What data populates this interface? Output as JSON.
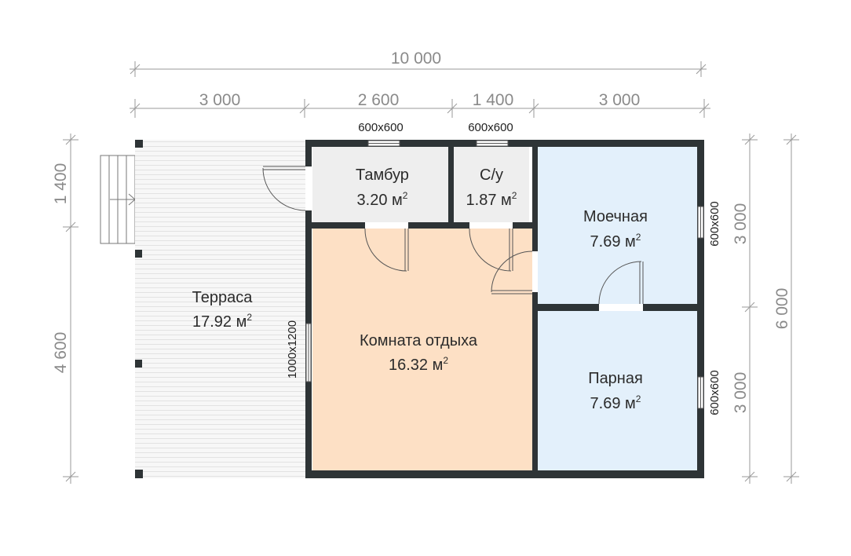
{
  "dimensions": {
    "top_total": "10 000",
    "top_segments": [
      "3 000",
      "2 600",
      "1 400",
      "3 000"
    ],
    "left_segments": [
      "1 400",
      "4 600"
    ],
    "right_inner": [
      "3 000",
      "3 000"
    ],
    "right_total": "6 000"
  },
  "windows": {
    "tambur": "600x600",
    "su": "600x600",
    "moechnaya": "600x600",
    "parnaya": "600x600",
    "komnata": "1000x1200"
  },
  "rooms": {
    "terrace": {
      "name": "Терраса",
      "area": "17.92 м",
      "sup": "2"
    },
    "tambur": {
      "name": "Тамбур",
      "area": "3.20 м",
      "sup": "2"
    },
    "su": {
      "name": "С/у",
      "area": "1.87 м",
      "sup": "2"
    },
    "moechnaya": {
      "name": "Моечная",
      "area": "7.69 м",
      "sup": "2"
    },
    "komnata": {
      "name": "Комната отдыха",
      "area": "16.32 м",
      "sup": "2"
    },
    "parnaya": {
      "name": "Парная",
      "area": "7.69 м",
      "sup": "2"
    }
  },
  "colors": {
    "wall": "#2e3436",
    "terrace": "#f6f6f6",
    "tambur": "#eeeeee",
    "komnata": "#fde0c5",
    "moechnaya": "#e3f0fb",
    "parnaya": "#e3f0fb"
  }
}
